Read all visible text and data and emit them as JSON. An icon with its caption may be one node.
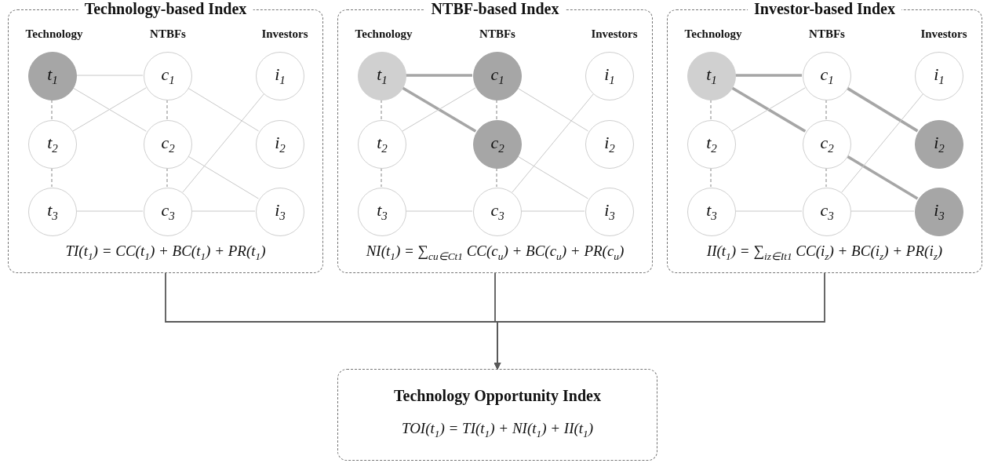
{
  "diagram": {
    "nodes": [
      {
        "text": [
          "Technology-based Index",
          "Technology",
          "NTBFs",
          "Investors",
          "TI(t$_{1}$) = CC(t$_{1}$) + BC(t$_{1}$) + PR(t$_{1}$)"
        ]
      },
      {
        "text": [
          "t$_{1}$"
        ],
        "in": 0
      },
      {
        "text": [
          "c$_{1}$"
        ],
        "in": 0
      },
      {
        "text": [
          "i$_{1}$"
        ],
        "in": 0
      },
      {
        "text": [
          "t$_{2}$"
        ],
        "in": 0
      },
      {
        "text": [
          "c$_{2}$"
        ],
        "in": 0
      },
      {
        "text": [
          "i$_{2}$"
        ],
        "in": 0
      },
      {
        "text": [
          "t$_{3}$"
        ],
        "in": 0
      },
      {
        "text": [
          "c$_{3}$"
        ],
        "in": 0
      },
      {
        "text": [
          "i$_{3}$"
        ],
        "in": 0
      },
      {
        "text": [
          "NTBF-based Index",
          "Technology",
          "NTBFs",
          "Investors",
          "NI(t$_{1}$) = ∑$_{cu∈Ct1}$ CC(c$_{u}$) + BC(c$_{u}$) + PR(c$_{u}$)"
        ]
      },
      {
        "text": [
          "t$_{1}$"
        ],
        "in": 10
      },
      {
        "text": [
          "c$_{1}$"
        ],
        "in": 10
      },
      {
        "text": [
          "i$_{1}$"
        ],
        "in": 10
      },
      {
        "text": [
          "t$_{2}$"
        ],
        "in": 10
      },
      {
        "text": [
          "c$_{2}$"
        ],
        "in": 10
      },
      {
        "text": [
          "i$_{2}$"
        ],
        "in": 10
      },
      {
        "text": [
          "t$_{3}$"
        ],
        "in": 10
      },
      {
        "text": [
          "c$_{3}$"
        ],
        "in": 10
      },
      {
        "text": [
          "i$_{3}$"
        ],
        "in": 10
      },
      {
        "text": [
          "Investor-based Index",
          "Technology",
          "NTBFs",
          "Investors",
          "II(t$_{1}$) = ∑$_{iz∈It1}$ CC(i$_{z}$) + BC(i$_{z}$) + PR(i$_{z}$)"
        ]
      },
      {
        "text": [
          "t$_{1}$"
        ],
        "in": 20
      },
      {
        "text": [
          "c$_{1}$"
        ],
        "in": 20
      },
      {
        "text": [
          "i$_{1}$"
        ],
        "in": 20
      },
      {
        "text": [
          "t$_{2}$"
        ],
        "in": 20
      },
      {
        "text": [
          "c$_{2}$"
        ],
        "in": 20
      },
      {
        "text": [
          "i$_{2}$"
        ],
        "in": 20
      },
      {
        "text": [
          "t$_{3}$"
        ],
        "in": 20
      },
      {
        "text": [
          "c$_{3}$"
        ],
        "in": 20
      },
      {
        "text": [
          "i$_{3}$"
        ],
        "in": 20
      },
      {
        "text": [
          "Technology Opportunity Index",
          "TOI(t$_{1}$) = TI(t$_{1}$) + NI(t$_{1}$) + II(t$_{1}$)"
        ]
      }
    ],
    "edges": [
      {
        "from": 1,
        "to": 2,
        "arrow": "none"
      },
      {
        "from": 1,
        "to": 5,
        "arrow": "none"
      },
      {
        "from": 4,
        "to": 2,
        "arrow": "none"
      },
      {
        "from": 7,
        "to": 8,
        "arrow": "none"
      },
      {
        "from": 2,
        "to": 6,
        "arrow": "none"
      },
      {
        "from": 5,
        "to": 9,
        "arrow": "none"
      },
      {
        "from": 8,
        "to": 3,
        "arrow": "none"
      },
      {
        "from": 8,
        "to": 9,
        "arrow": "none"
      },
      {
        "from": 1,
        "to": 4,
        "arrow": "none",
        "style": "dashed",
        "color": "#999999"
      },
      {
        "from": 4,
        "to": 7,
        "arrow": "none",
        "style": "dashed",
        "color": "#999999"
      },
      {
        "from": 2,
        "to": 5,
        "arrow": "none",
        "style": "dashed",
        "color": "#999999"
      },
      {
        "from": 5,
        "to": 8,
        "arrow": "none",
        "style": "dashed",
        "color": "#999999"
      },
      {
        "from": 11,
        "to": 12,
        "arrow": "none",
        "style": "thick",
        "color": "#a6a6a6"
      },
      {
        "from": 11,
        "to": 15,
        "arrow": "none",
        "style": "thick",
        "color": "#a6a6a6"
      },
      {
        "from": 14,
        "to": 12,
        "arrow": "none"
      },
      {
        "from": 17,
        "to": 18,
        "arrow": "none"
      },
      {
        "from": 12,
        "to": 16,
        "arrow": "none"
      },
      {
        "from": 15,
        "to": 19,
        "arrow": "none"
      },
      {
        "from": 18,
        "to": 13,
        "arrow": "none"
      },
      {
        "from": 18,
        "to": 19,
        "arrow": "none"
      },
      {
        "from": 11,
        "to": 14,
        "arrow": "none",
        "style": "dashed",
        "color": "#999999"
      },
      {
        "from": 14,
        "to": 17,
        "arrow": "none",
        "style": "dashed",
        "color": "#999999"
      },
      {
        "from": 12,
        "to": 15,
        "arrow": "none",
        "style": "dashed",
        "color": "#999999"
      },
      {
        "from": 15,
        "to": 18,
        "arrow": "none",
        "style": "dashed",
        "color": "#999999"
      },
      {
        "from": 21,
        "to": 22,
        "arrow": "none",
        "style": "thick",
        "color": "#a6a6a6"
      },
      {
        "from": 21,
        "to": 25,
        "arrow": "none",
        "style": "thick",
        "color": "#a6a6a6"
      },
      {
        "from": 24,
        "to": 22,
        "arrow": "none"
      },
      {
        "from": 27,
        "to": 28,
        "arrow": "none"
      },
      {
        "from": 22,
        "to": 26,
        "arrow": "none",
        "style": "thick",
        "color": "#a6a6a6"
      },
      {
        "from": 25,
        "to": 29,
        "arrow": "none",
        "style": "thick",
        "color": "#a6a6a6"
      },
      {
        "from": 28,
        "to": 23,
        "arrow": "none"
      },
      {
        "from": 28,
        "to": 29,
        "arrow": "none"
      },
      {
        "from": 21,
        "to": 24,
        "arrow": "none",
        "style": "dashed",
        "color": "#999999"
      },
      {
        "from": 24,
        "to": 27,
        "arrow": "none",
        "style": "dashed",
        "color": "#999999"
      },
      {
        "from": 22,
        "to": 25,
        "arrow": "none",
        "style": "dashed",
        "color": "#999999"
      },
      {
        "from": 25,
        "to": 28,
        "arrow": "none",
        "style": "dashed",
        "color": "#999999"
      },
      {
        "from": 0,
        "to": 30,
        "arrow": "to",
        "color": "#595959"
      },
      {
        "from": 10,
        "to": 30,
        "arrow": "to",
        "color": "#595959"
      },
      {
        "from": 20,
        "to": 30,
        "arrow": "to",
        "color": "#595959"
      }
    ]
  }
}
